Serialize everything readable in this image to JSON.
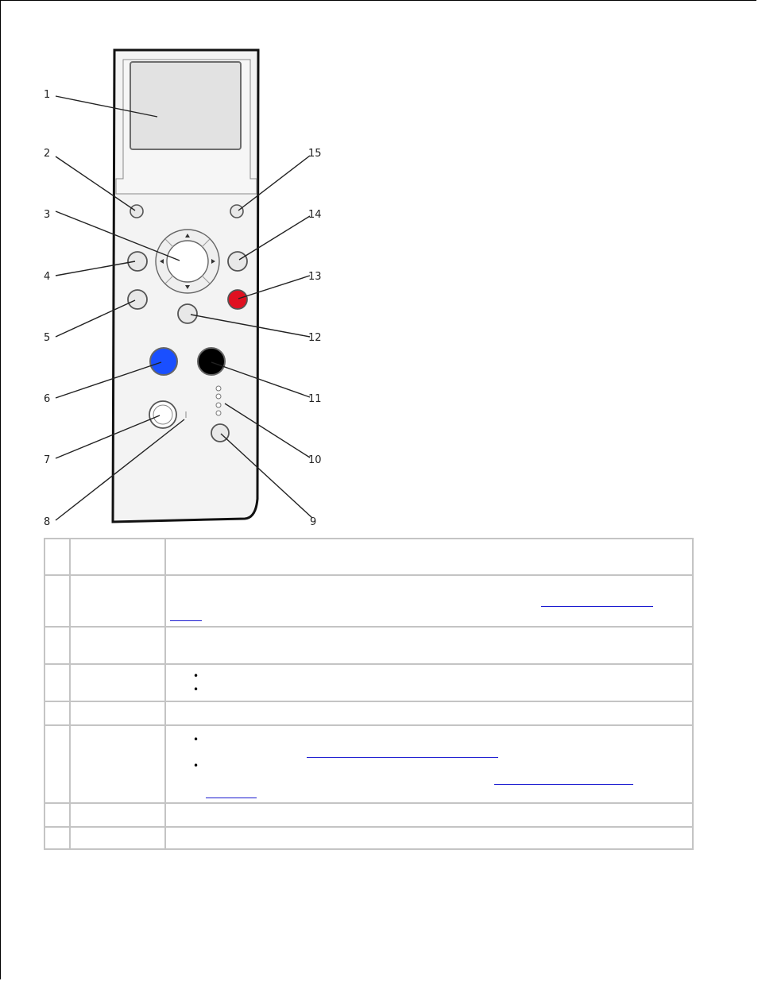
{
  "diagram": {
    "callouts": [
      "1",
      "2",
      "3",
      "4",
      "5",
      "6",
      "7",
      "8",
      "9",
      "10",
      "11",
      "12",
      "13",
      "14",
      "15"
    ],
    "colors": {
      "panel_fill": "#f3f3f3",
      "display_fill": "#e2e2e2",
      "button_gray": "#e8e8e8",
      "start_color_button": "#1a4fff",
      "start_black_button": "#000000",
      "stop_button": "#e01020"
    }
  },
  "table": {
    "rows": [
      {
        "num": "",
        "part": "",
        "desc": ""
      },
      {
        "num": "",
        "part": "",
        "desc": ""
      },
      {
        "num": "",
        "part": "",
        "desc": ""
      },
      {
        "num": "",
        "part": "",
        "bullets": [
          "",
          ""
        ]
      },
      {
        "num": "",
        "part": "",
        "desc": ""
      },
      {
        "num": "",
        "part": "",
        "bullets": [
          "",
          ""
        ]
      },
      {
        "num": "",
        "part": "",
        "desc": ""
      },
      {
        "num": "",
        "part": "",
        "desc": ""
      }
    ],
    "link_color": "#1a1ad0"
  }
}
